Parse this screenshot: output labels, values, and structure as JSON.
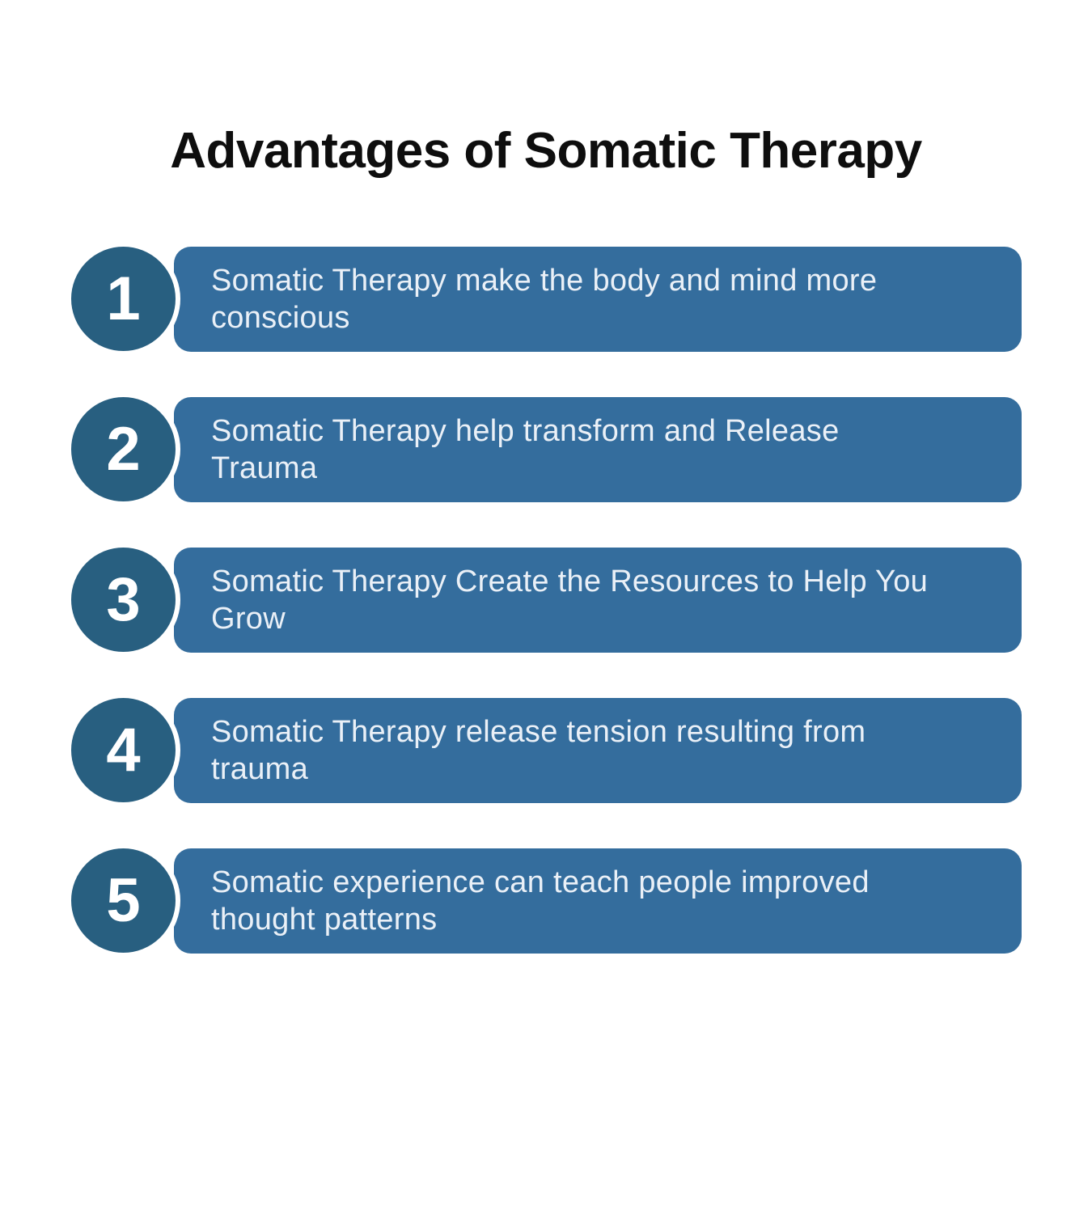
{
  "title": "Advantages of Somatic Therapy",
  "colors": {
    "background": "#FFFFFF",
    "title": "#0E0E0E",
    "pill": "#346D9D",
    "badge": "#285F80",
    "text": "#EAF0F7",
    "number": "#FFFFFF"
  },
  "items": [
    {
      "number": "1",
      "text": "Somatic Therapy make the body and mind more\nconscious"
    },
    {
      "number": "2",
      "text": "Somatic Therapy help transform and Release\nTrauma"
    },
    {
      "number": "3",
      "text": "Somatic Therapy Create the Resources to Help You\nGrow"
    },
    {
      "number": "4",
      "text": "Somatic Therapy release tension resulting from\ntrauma"
    },
    {
      "number": "5",
      "text": "Somatic experience can teach people improved\nthought patterns"
    }
  ]
}
